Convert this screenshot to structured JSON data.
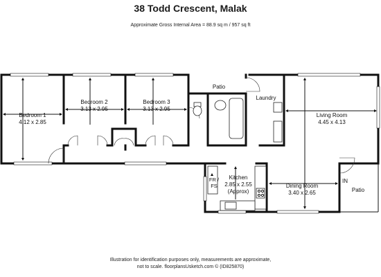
{
  "title": "38 Todd Crescent, Malak",
  "area": "Approximate Gross Internal Area = 88.9 sq m / 957 sq ft",
  "rooms": {
    "bed1": {
      "name": "Bedroom 1",
      "dims": "4.12 x 2.85"
    },
    "bed2": {
      "name": "Bedroom 2",
      "dims": "3.13 x 2.95"
    },
    "bed3": {
      "name": "Bedroom 3",
      "dims": "3.13 x 2.95"
    },
    "patio_top": {
      "name": "Patio"
    },
    "laundry": {
      "name": "Laundry"
    },
    "living": {
      "name": "Living Room",
      "dims": "4.45 x 4.13"
    },
    "kitchen": {
      "name": "Kitchen",
      "dims": "2.85 x 2.55",
      "note": "(Approx)"
    },
    "dining": {
      "name": "Dining Room",
      "dims": "3.40 x 2.65"
    },
    "patio_right": {
      "name": "Patio"
    },
    "frfs_1": "FR /",
    "frfs_2": "FS",
    "entry": "IN"
  },
  "footer": {
    "line1": "Illustration for identification purposes only, measurements are approximate,",
    "line2": "not to scale. floorplansUsketch.com © (ID825870)"
  }
}
